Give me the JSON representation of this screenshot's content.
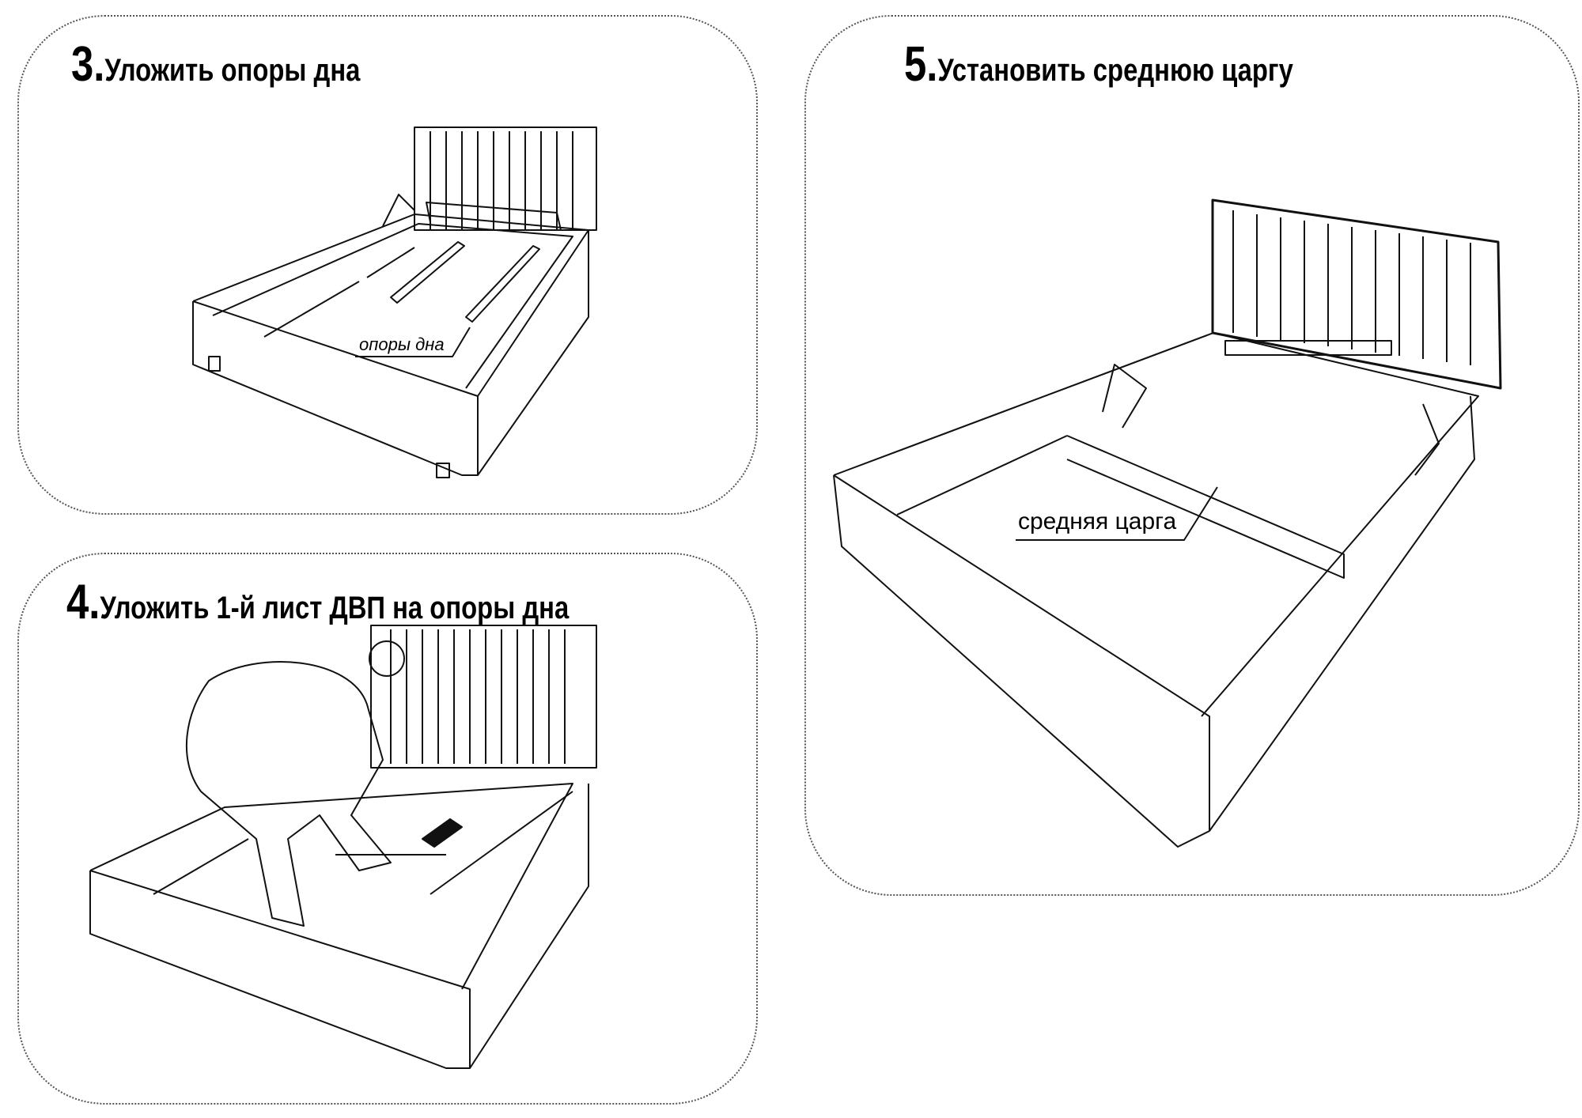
{
  "steps": [
    {
      "number": "3.",
      "title": "Уложить опоры дна",
      "callout": "опоры дна"
    },
    {
      "number": "4.",
      "title": "Уложить 1-й лист ДВП на опоры дна"
    },
    {
      "number": "5.",
      "title": "Установить среднюю царгу",
      "callout": "средняя царга"
    }
  ]
}
